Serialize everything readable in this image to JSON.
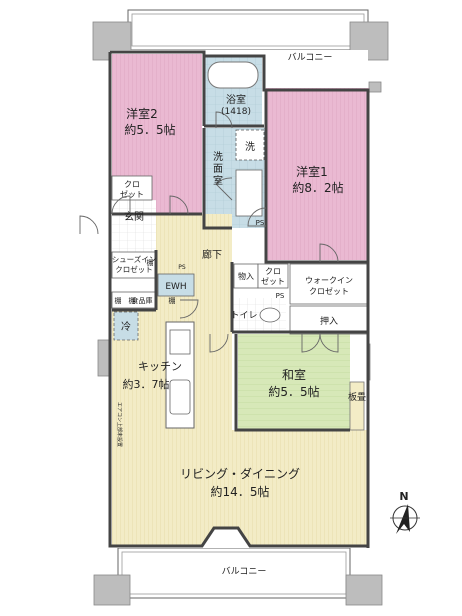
{
  "plan": {
    "balcony_top": "バルコニー",
    "balcony_bottom": "バルコニー",
    "rooms": {
      "western2_name": "洋室2",
      "western2_size": "約5．5帖",
      "western1_name": "洋室1",
      "western1_size": "約8．2帖",
      "bath_name": "浴室",
      "bath_size": "(1418)",
      "washroom": "洗面室",
      "washer": "洗",
      "closet1_a": "クロ",
      "closet1_b": "ゼット",
      "closet2_a": "クロ",
      "closet2_b": "ゼット",
      "entrance": "玄関",
      "shoe_closet_a": "シューズイン",
      "shoe_closet_b": "クロゼット",
      "hall": "廊下",
      "storage": "物入",
      "ewh": "EWH",
      "walkin_a": "ウォークイン",
      "walkin_b": "クロゼット",
      "ps1": "PS",
      "ps2": "PS",
      "ps3": "PS",
      "shelf1": "棚",
      "shelf2": "棚",
      "shelf3": "棚",
      "shelf4": "棚",
      "pantry": "食品庫",
      "toilet": "トイレ",
      "oshiire": "押入",
      "fridge": "冷",
      "kitchen_name": "キッチン",
      "kitchen_size": "約3．7帖",
      "washitsu_name": "和室",
      "washitsu_size": "約5．5帖",
      "itatatami": "板畳",
      "living_name": "リビング・ダイニング",
      "living_size": "約14．5帖",
      "ac_note": "エアコン上部未設置"
    },
    "compass": "N"
  }
}
